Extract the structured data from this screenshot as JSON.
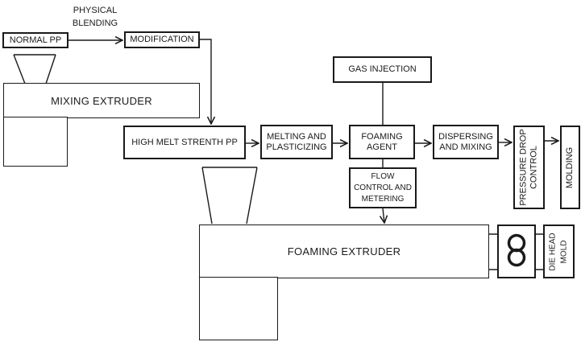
{
  "title": "PP foaming extrusion process flowchart",
  "colors": {
    "background": "#ffffff",
    "line": "#1a1a1a",
    "text": "#1a1a1a"
  },
  "annotation": {
    "physical_blending": [
      "PHYSICAL",
      "BLENDING"
    ]
  },
  "boxes": {
    "normal_pp": {
      "label": "NORMAL PP"
    },
    "modification": {
      "label": "MODIFICATION"
    },
    "mixing_extruder": {
      "label": "MIXING EXTRUDER"
    },
    "high_melt_pp": {
      "label": "HIGH MELT STRENTH PP"
    },
    "melting": {
      "lines": [
        "MELTING AND",
        "PLASTICIZING"
      ]
    },
    "gas_injection": {
      "label": "GAS INJECTION"
    },
    "foaming_agent": {
      "lines": [
        "FOAMING",
        "AGENT"
      ]
    },
    "flow_control": {
      "lines": [
        "FLOW",
        "CONTROL AND",
        "METERING"
      ]
    },
    "dispersing": {
      "lines": [
        "DISPERSING",
        "AND MIXING"
      ]
    },
    "pressure_drop": {
      "lines": [
        "PRESSURE DROP",
        "CONTROL"
      ]
    },
    "molding": {
      "label": "MOLDING"
    },
    "foaming_extruder": {
      "label": "FOAMING EXTRUDER"
    },
    "die_head": {
      "lines": [
        "DIE HEAD",
        "MOLD"
      ]
    }
  },
  "icons": {
    "twin_screw": "twin-circle-eight-icon",
    "hopper": "hopper-funnel-icon",
    "arrow": "arrowhead-icon"
  }
}
